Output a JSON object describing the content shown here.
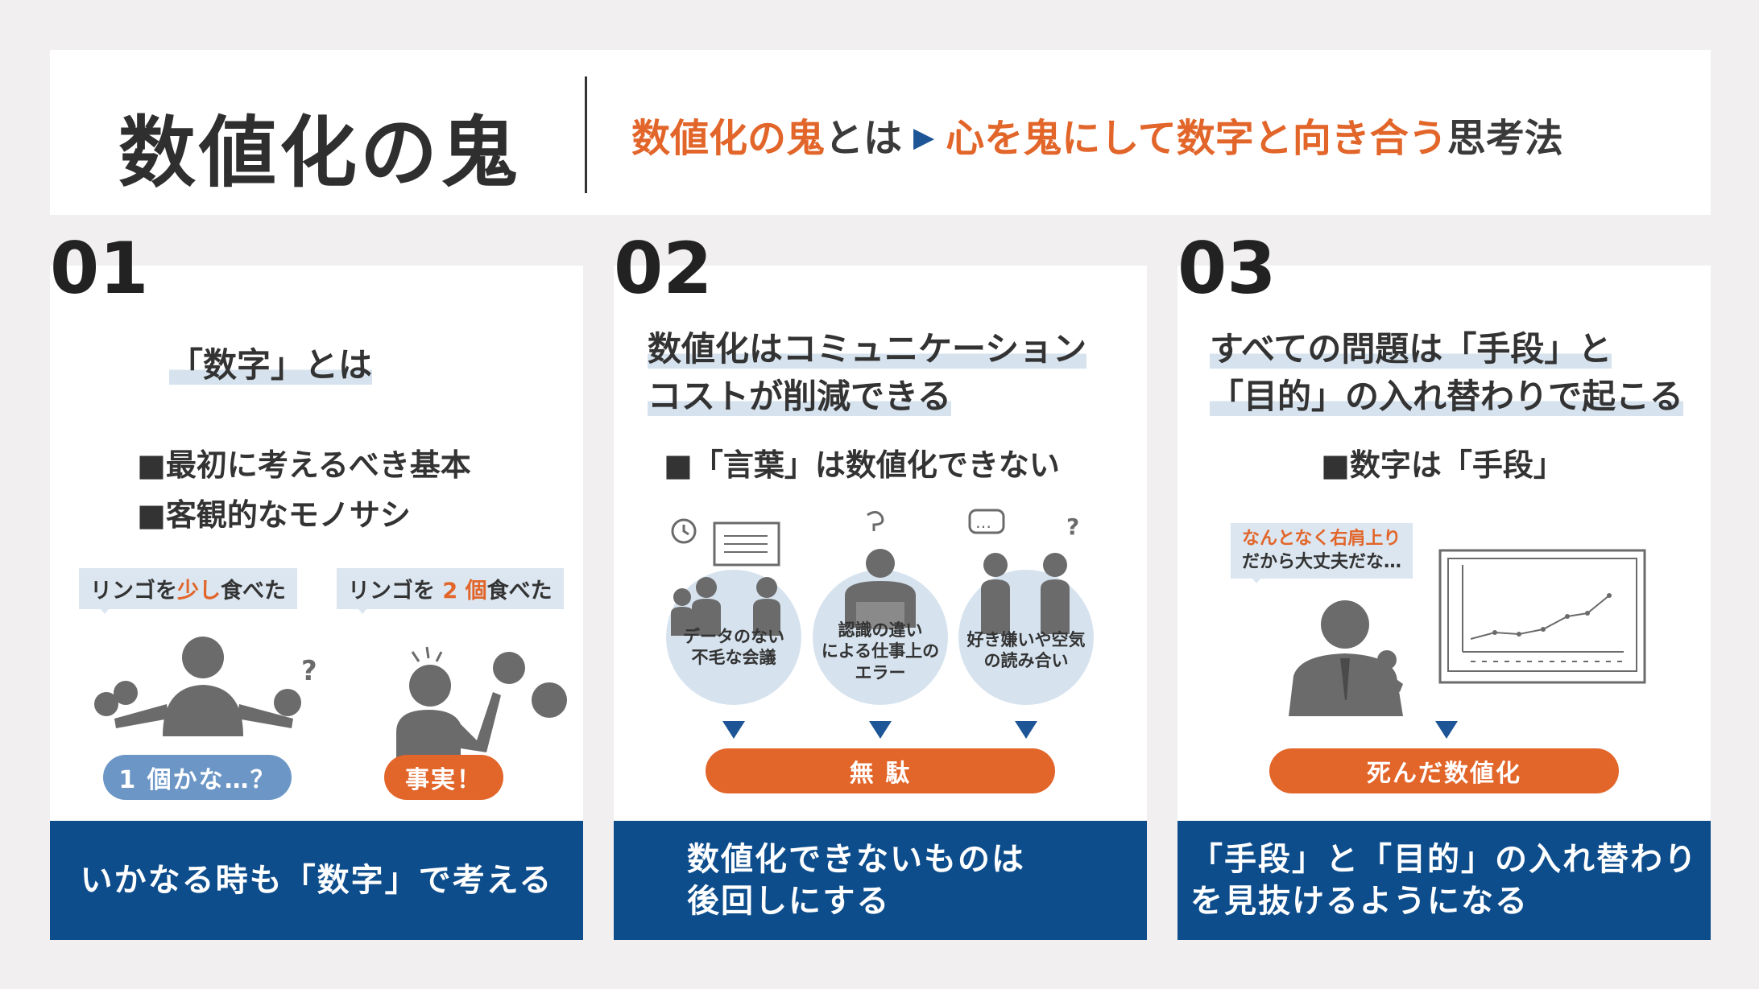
{
  "header": {
    "title": "数値化の鬼",
    "tagline_part1": "数値化の鬼",
    "tagline_part2": "とは",
    "tagline_part3": "心を鬼にして数字と向き合う",
    "tagline_part4": "思考法"
  },
  "panels": [
    {
      "number": "01",
      "heading": "「数字」とは",
      "bullets": [
        "■最初に考えるべき基本",
        "■客観的なモノサシ"
      ],
      "bubble_left_pre": "リンゴを",
      "bubble_left_em": "少し",
      "bubble_left_post": "食べた",
      "bubble_right_pre": "リンゴを ",
      "bubble_right_em": "2 個",
      "bubble_right_post": "食べた",
      "question_mark": "?",
      "pill_left": "1 個かな…？",
      "pill_right": "事実！",
      "footer": "いかなる時も「数字」で考える"
    },
    {
      "number": "02",
      "heading_line1": "数値化はコミュニケーション",
      "heading_line2": "コストが削減できる",
      "bullet": "■「言葉」は数値化できない",
      "circles": [
        "データのない\n不毛な会議",
        "認識の違い\nによる仕事上の\nエラー",
        "好き嫌いや空気\nの読み合い"
      ],
      "dots": "…",
      "question_mark": "?",
      "pill": "無 駄",
      "footer_line1": "数値化できないものは",
      "footer_line2": "後回しにする"
    },
    {
      "number": "03",
      "heading_line1": "すべての問題は「手段」と",
      "heading_line2": "「目的」の入れ替わりで起こる",
      "bullet": "■数字は「手段」",
      "bubble_line1": "なんとなく右肩上り",
      "bubble_line2": "だから大丈夫だな…",
      "pill": "死んだ数値化",
      "footer_line1": "「手段」と「目的」の入れ替わり",
      "footer_line2": "を見抜けるようになる"
    }
  ],
  "colors": {
    "orange": "#e2652a",
    "navy": "#0d4d8c",
    "light_blue": "#d6e3ef",
    "grey_figure": "#6b6b6b"
  }
}
